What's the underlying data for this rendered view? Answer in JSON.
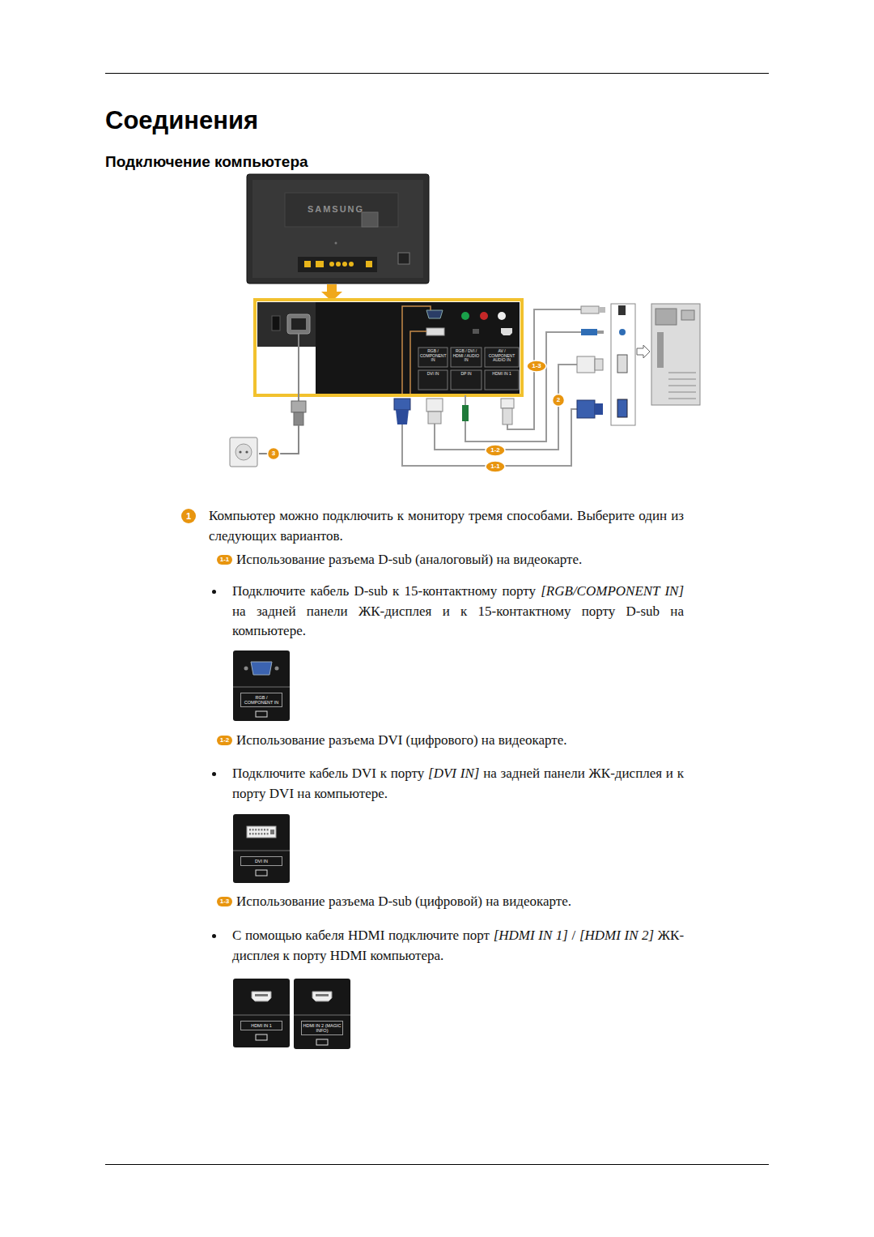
{
  "diagram": {
    "title": "Соединения",
    "nodes": [
      {
        "text": [
          "RGB / COMPONENT IN"
        ]
      },
      {
        "text": [
          "DVI IN"
        ]
      },
      {
        "text": [
          "HDMI IN 1"
        ]
      },
      {
        "text": [
          "HDMI IN 2 (MAGIC INFO)"
        ]
      }
    ],
    "labels": [
      "Подключение компьютера",
      "SAMSUNG",
      "RGB / COMPONENT IN",
      "RGB / DVI / HDMI / AUDIO IN",
      "AV / COMPONENT AUDIO IN",
      "DVI IN",
      "DP IN",
      "HDMI IN 1",
      "1-3",
      "2",
      "1-2",
      "1-1",
      "3",
      "1",
      "Компьютер можно подключить к монитору тремя способами. Выберите один из следующих вариантов.",
      "1-1",
      "Использование разъема D-sub (аналоговый) на видеокарте.",
      "Подключите кабель D-sub к 15-контактному порту",
      "[RGB/COMPONENT IN]",
      "на задней панели ЖК-дисплея и к 15-контактному порту D-sub на компьютере.",
      "1-2",
      "Использование разъема DVI (цифрового) на видеокарте.",
      "Подключите кабель DVI к порту",
      "[DVI IN]",
      "на задней панели ЖК-дисплея и к порту DVI на компьютере.",
      "1-3",
      "Использование разъема D-sub (цифровой) на видеокарте.",
      "С помощью кабеля HDMI подключите порт",
      "[HDMI IN 1]",
      "/",
      "[HDMI IN 2]",
      "ЖК-дисплея к порту HDMI компьютера."
    ]
  }
}
